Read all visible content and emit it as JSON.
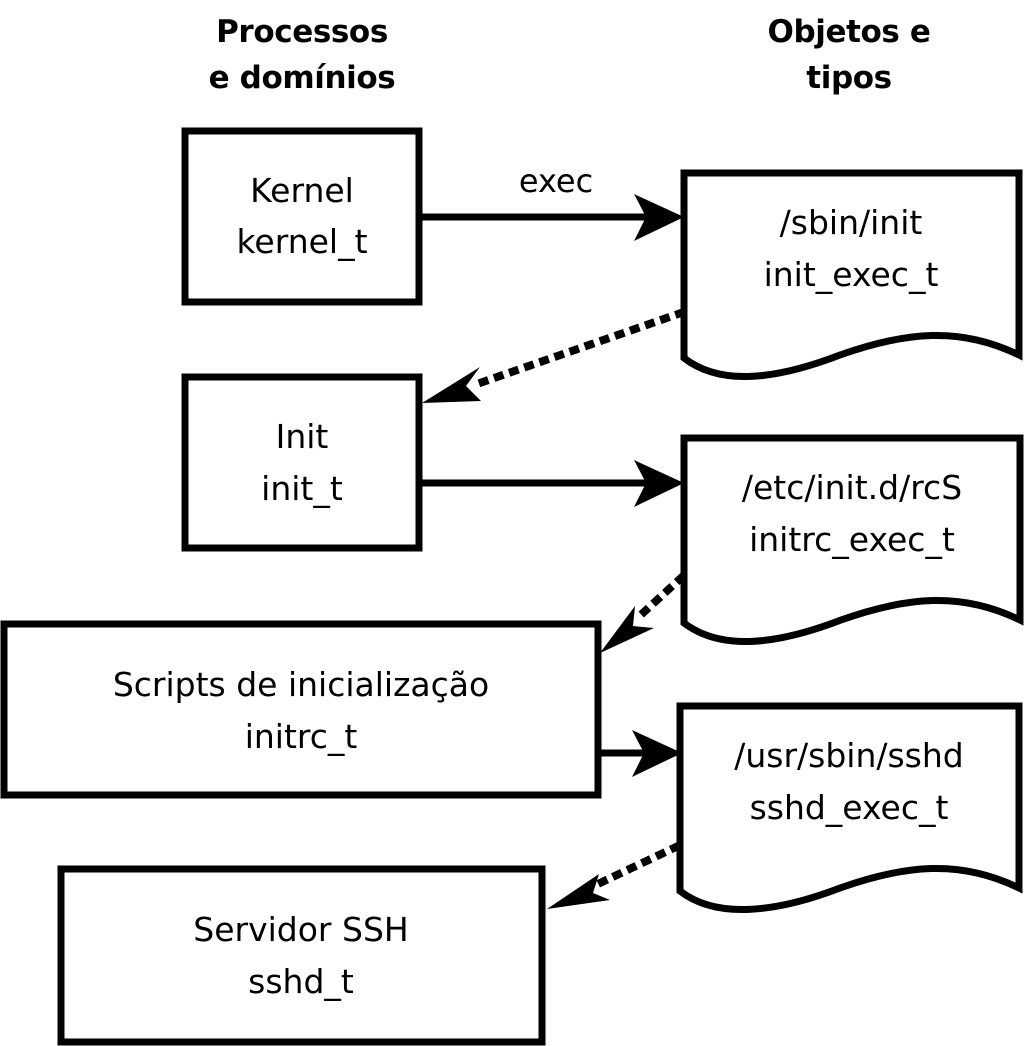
{
  "diagram": {
    "title_columns": {
      "left": "Processos\ne domínios",
      "left_line1": "Processos",
      "left_line2": "e domínios",
      "right": "Objetos e\ntipos",
      "right_line1": "Objetos e",
      "right_line2": "tipos"
    },
    "colors": {
      "stroke": "#000000",
      "fill": "#ffffff",
      "background": "#ffffff"
    },
    "process_nodes": [
      {
        "id": "kernel",
        "line1": "Kernel",
        "line2": "kernel_t"
      },
      {
        "id": "init",
        "line1": "Init",
        "line2": "init_t"
      },
      {
        "id": "initrc",
        "line1": "Scripts de inicialização",
        "line2": "initrc_t"
      },
      {
        "id": "sshd",
        "line1": "Servidor SSH",
        "line2": "sshd_t"
      }
    ],
    "object_nodes": [
      {
        "id": "init-exec",
        "line1": "/sbin/init",
        "line2": "init_exec_t"
      },
      {
        "id": "initrc-exec",
        "line1": "/etc/init.d/rcS",
        "line2": "initrc_exec_t"
      },
      {
        "id": "sshd-exec",
        "line1": "/usr/sbin/sshd",
        "line2": "sshd_exec_t"
      }
    ],
    "edges": [
      {
        "id": "kernel-to-init-exec",
        "label": "exec",
        "style": "solid",
        "from": "kernel",
        "to": "init-exec"
      },
      {
        "id": "init-exec-to-init",
        "label": "",
        "style": "dotted",
        "from": "init-exec",
        "to": "init"
      },
      {
        "id": "init-to-initrc-exec",
        "label": "",
        "style": "solid",
        "from": "init",
        "to": "initrc-exec"
      },
      {
        "id": "initrc-exec-to-initrc",
        "label": "",
        "style": "dotted",
        "from": "initrc-exec",
        "to": "initrc"
      },
      {
        "id": "initrc-to-sshd-exec",
        "label": "",
        "style": "solid",
        "from": "initrc",
        "to": "sshd-exec"
      },
      {
        "id": "sshd-exec-to-sshd",
        "label": "",
        "style": "dotted",
        "from": "sshd-exec",
        "to": "sshd"
      }
    ]
  }
}
